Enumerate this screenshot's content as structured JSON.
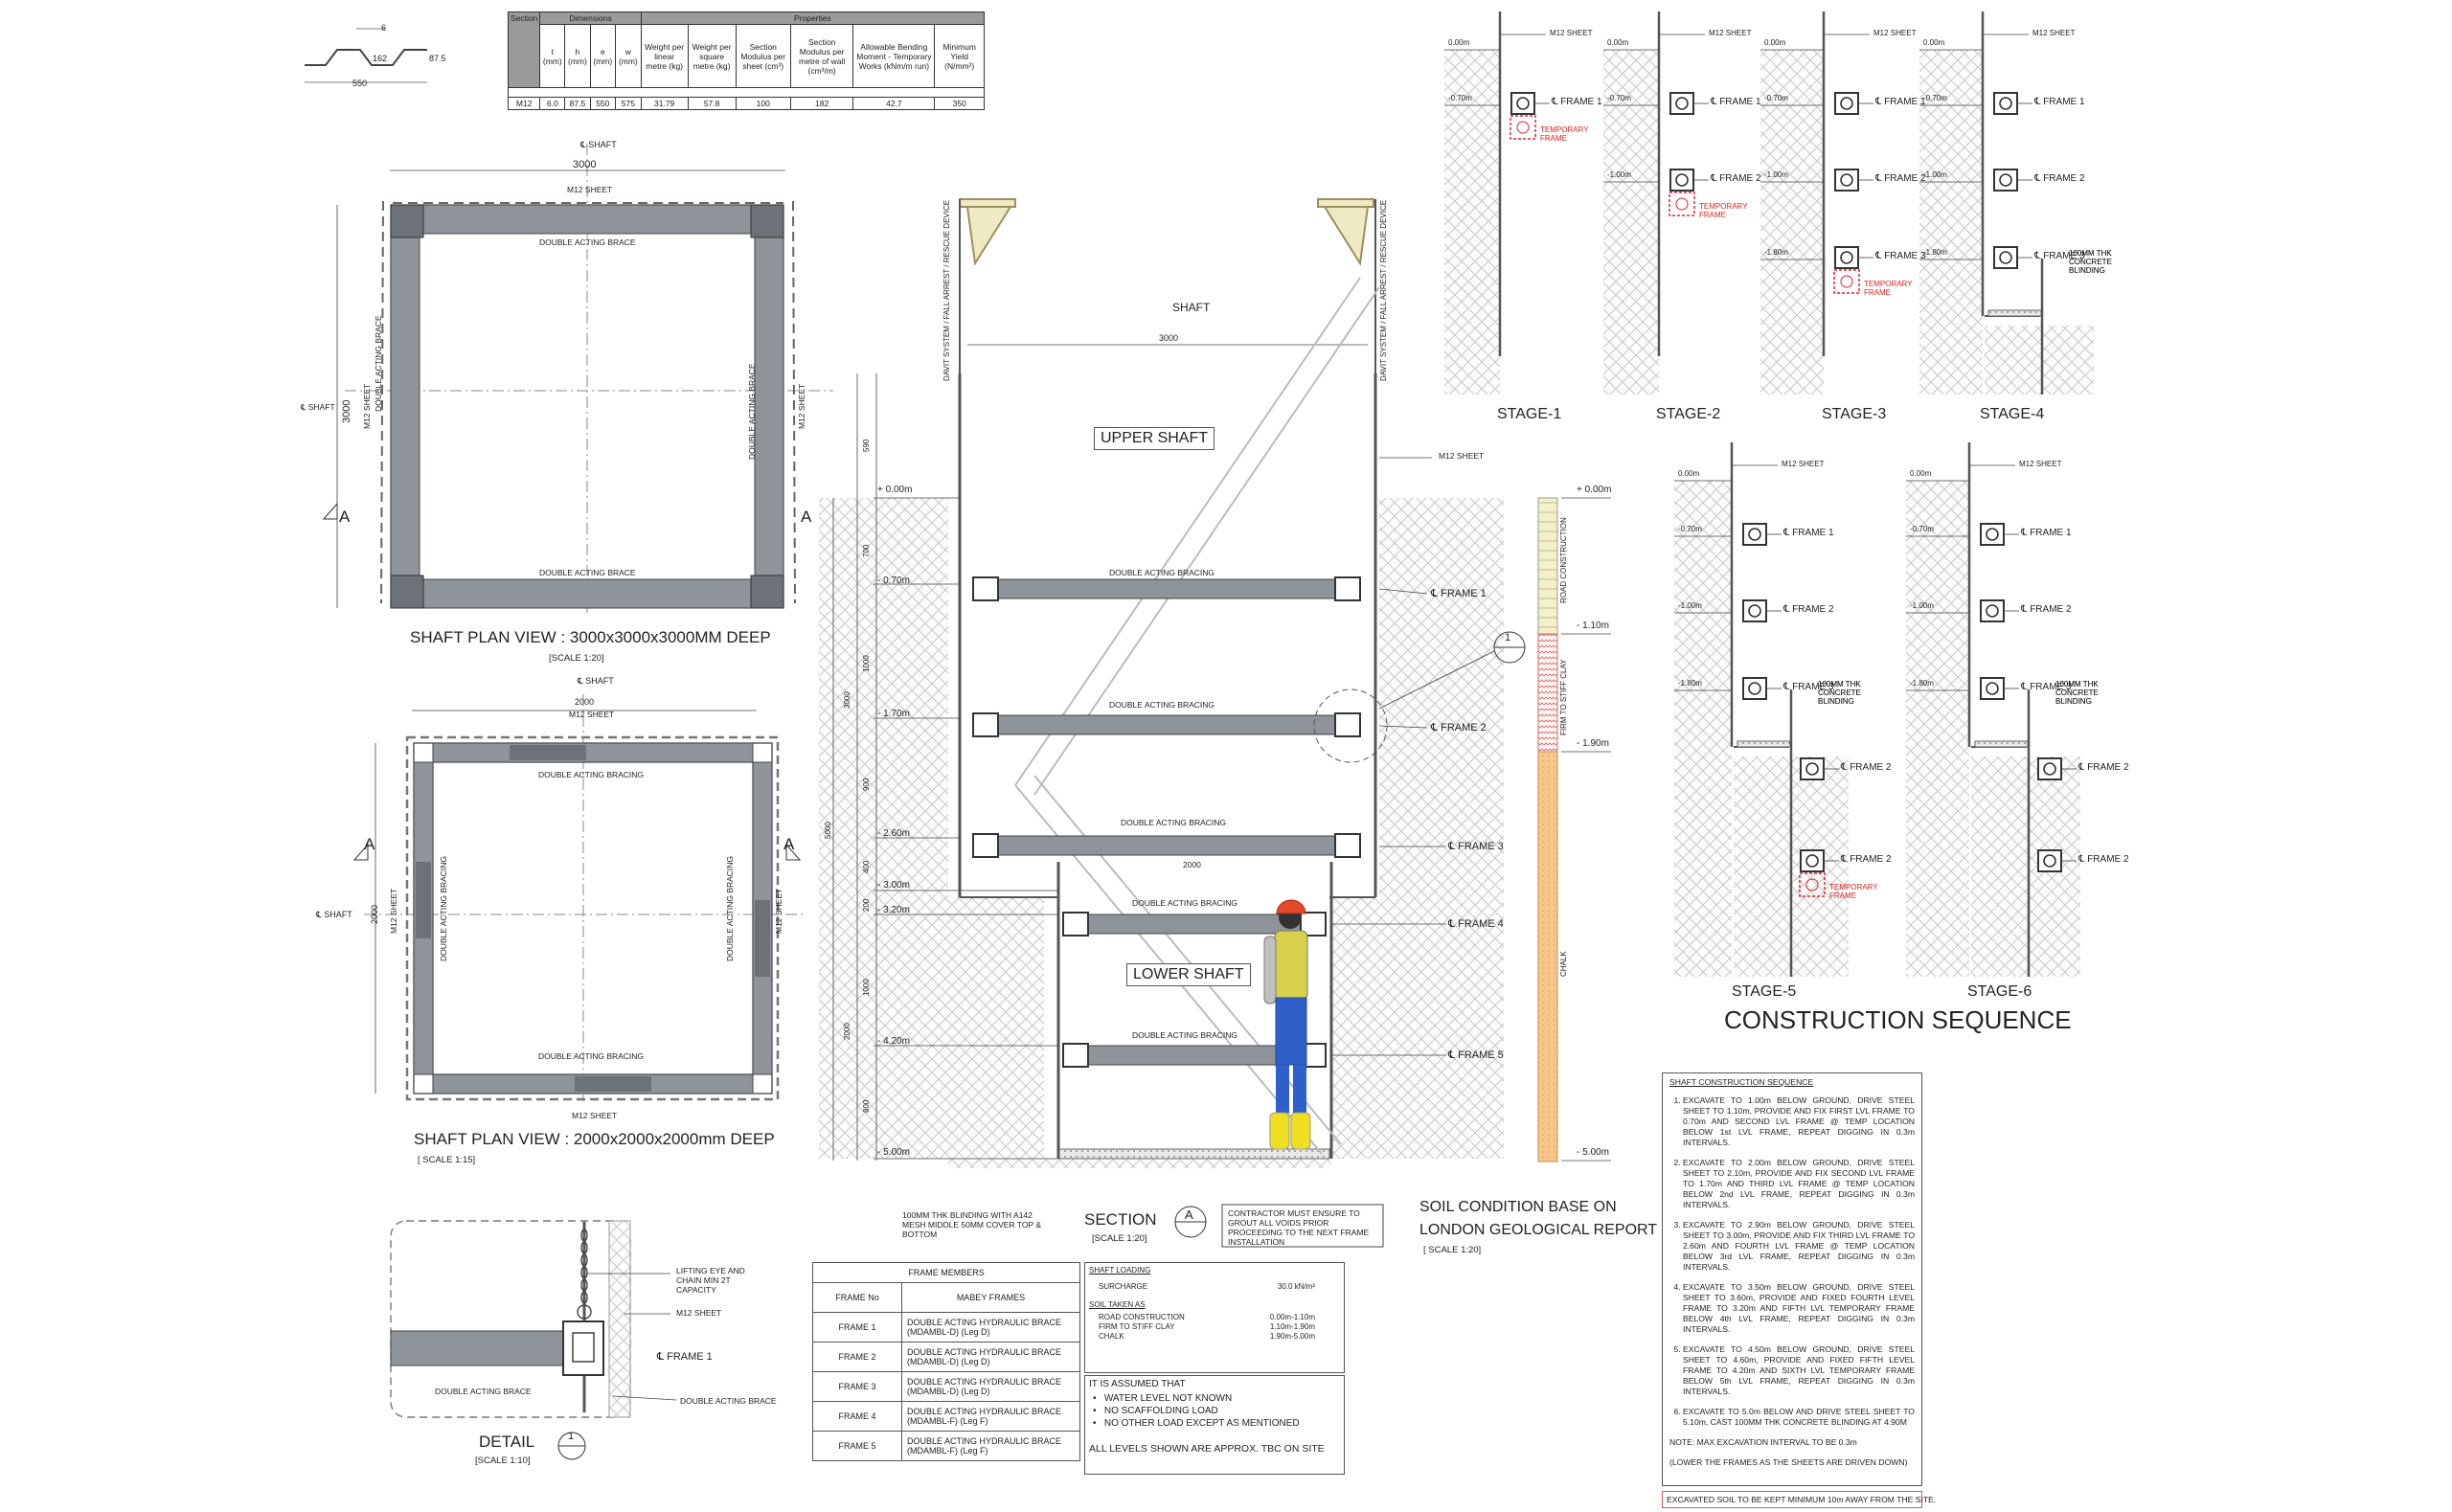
{
  "profile": {
    "dim_top": "6",
    "dim_w": "162",
    "dim_h": "87.5",
    "dim_total": "550"
  },
  "props_table": {
    "h_section": "Section",
    "h_dimensions": "Dimensions",
    "h_properties": "Properties",
    "cols": [
      "t (mm)",
      "h (mm)",
      "e (mm)",
      "w (mm)",
      "Weight per linear metre (kg)",
      "Weight per square metre (kg)",
      "Section Modulus per sheet (cm³)",
      "Section Modulus per metre of wall (cm³/m)",
      "Allowable Bending Moment - Temporary Works (kNm/m run)",
      "Minimum Yield (N/mm²)"
    ],
    "row": [
      "M12",
      "6.0",
      "87.5",
      "550",
      "575",
      "31.79",
      "57.8",
      "100",
      "182",
      "42.7",
      "350"
    ]
  },
  "plan1": {
    "shaft": "SHAFT",
    "width": "3000",
    "height": "3000",
    "top_sheet": "M12 SHEET",
    "brace_top": "DOUBLE ACTING BRACE",
    "brace_bottom": "DOUBLE ACTING BRACE",
    "brace_left": "DOUBLE ACTING BRACE",
    "brace_right": "DOUBLE ACTING BRACE",
    "sheet_left": "M12 SHEET",
    "sheet_right": "M12 SHEET",
    "shaft_left": "SHAFT",
    "a_left": "A",
    "a_right": "A",
    "title": "SHAFT PLAN VIEW : 3000x3000x3000MM DEEP",
    "scale": "[SCALE 1:20]"
  },
  "plan2": {
    "shaft": "SHAFT",
    "width": "2000",
    "height": "2000",
    "top_sheet": "M12 SHEET",
    "brace_top": "DOUBLE ACTING BRACING",
    "brace_bottom": "DOUBLE ACTING BRACING",
    "brace_left": "DOUBLE ACTING BRACING",
    "brace_right": "DOUBLE ACTING BRACING",
    "sheet_left": "M12 SHEET",
    "sheet_right": "M12 SHEET",
    "bottom_sheet": "M12 SHEET",
    "shaft_left": "SHAFT",
    "a_left": "A",
    "a_right": "A",
    "title": "SHAFT PLAN VIEW : 2000x2000x2000mm DEEP",
    "scale": "[ SCALE 1:15]"
  },
  "detail": {
    "lifting": "LIFTING EYE AND CHAIN MIN 2T CAPACITY",
    "sheet": "M12 SHEET",
    "frame": "FRAME 1",
    "brace_left": "DOUBLE ACTING BRACE",
    "brace_right": "DOUBLE ACTING BRACE",
    "title": "DETAIL",
    "num": "1",
    "scale": "[SCALE 1:10]"
  },
  "section": {
    "davit": "DAVIT SYSTEM / FALL ARREST / RESCUE DEVICE",
    "shaft": "SHAFT",
    "width": "3000",
    "upper": "UPPER SHAFT",
    "lower": "LOWER SHAFT",
    "m12": "M12 SHEET",
    "width_lower": "2000",
    "levels": [
      "+ 0.00m",
      "- 0.70m",
      "- 1.70m",
      "- 2.60m",
      "- 3.00m",
      "- 3.20m",
      "- 4.20m",
      "- 5.00m"
    ],
    "frames": [
      "FRAME 1",
      "FRAME 2",
      "FRAME 3",
      "FRAME 4",
      "FRAME 5"
    ],
    "brace_labels": [
      "DOUBLE ACTING BRACING",
      "DOUBLE ACTING BRACING",
      "DOUBLE ACTING BRACING",
      "DOUBLE ACTING BRACING",
      "DOUBLE ACTING BRACING"
    ],
    "dims": [
      "590",
      "700",
      "1000",
      "900",
      "400",
      "200",
      "1000",
      "800",
      "3000",
      "5000",
      "2000"
    ],
    "blinding": "100MM THK BLINDING WITH A142 MESH MIDDLE 50MM COVER TOP & BOTTOM",
    "title": "SECTION",
    "letter": "A",
    "scale": "[SCALE 1:20]",
    "note": "CONTRACTOR MUST ENSURE TO GROUT ALL VOIDS PRIOR PROCEEDING TO THE NEXT FRAME INSTALLATION"
  },
  "soil": {
    "levels": [
      "+ 0.00m",
      "- 1.10m",
      "- 1.90m",
      "- 5.00m"
    ],
    "layers": [
      "ROAD CONSTRUCTION",
      "FIRM TO STIFF CLAY",
      "CHALK"
    ],
    "title_1": "SOIL CONDITION BASE ON",
    "title_2": "LONDON GEOLOGICAL REPORT",
    "scale": "[ SCALE 1:20]"
  },
  "stages": {
    "m12": "M12 SHEET",
    "zero": "0.00m",
    "l1": "-0.70m",
    "l2": "-1.00m",
    "l3": "-1.80m",
    "f1": "FRAME 1",
    "f2": "FRAME 2",
    "f3": "FRAME 3",
    "temp": "TEMPORARY FRAME",
    "blind": "100MM THK CONCRETE BLINDING",
    "names": [
      "STAGE-1",
      "STAGE-2",
      "STAGE-3",
      "STAGE-4",
      "STAGE-5",
      "STAGE-6"
    ],
    "title": "CONSTRUCTION SEQUENCE"
  },
  "frame_members": {
    "title": "FRAME MEMBERS",
    "h1": "FRAME No",
    "h2": "MABEY FRAMES",
    "rows": [
      [
        "FRAME 1",
        "DOUBLE ACTING HYDRAULIC BRACE (MDAMBL-D) (Leg D)"
      ],
      [
        "FRAME 2",
        "DOUBLE ACTING HYDRAULIC BRACE (MDAMBL-D) (Leg D)"
      ],
      [
        "FRAME 3",
        "DOUBLE ACTING HYDRAULIC BRACE (MDAMBL-D) (Leg D)"
      ],
      [
        "FRAME 4",
        "DOUBLE ACTING HYDRAULIC BRACE (MDAMBL-F) (Leg F)"
      ],
      [
        "FRAME 5",
        "DOUBLE ACTING HYDRAULIC BRACE (MDAMBL-F) (Leg F)"
      ]
    ]
  },
  "loading": {
    "title": "SHAFT LOADING",
    "surcharge": "SURCHARGE",
    "surcharge_val": "30.0 kN/m²",
    "soil_title": "SOIL TAKEN AS",
    "soil_rows": [
      [
        "ROAD CONSTRUCTION",
        "0.00m-1.10m"
      ],
      [
        "FIRM TO STIFF CLAY",
        "1.10m-1.90m"
      ],
      [
        "CHALK",
        "1.90m-5.00m"
      ]
    ]
  },
  "assumed": {
    "title": "IT IS ASSUMED THAT",
    "items": [
      "WATER LEVEL NOT KNOWN",
      "NO SCAFFOLDING LOAD",
      "NO OTHER LOAD EXCEPT AS MENTIONED"
    ],
    "footer": "ALL LEVELS SHOWN ARE APPROX. TBC ON SITE"
  },
  "sequence": {
    "title": "SHAFT CONSTRUCTION SEQUENCE",
    "items": [
      "EXCAVATE TO 1.00m BELOW GROUND, DRIVE STEEL SHEET TO 1.10m, PROVIDE AND FIX FIRST LVL FRAME TO 0.70m AND SECOND LVL FRAME @ TEMP LOCATION BELOW 1st LVL FRAME, REPEAT DIGGING IN 0.3m INTERVALS.",
      "EXCAVATE TO 2.00m BELOW GROUND, DRIVE STEEL SHEET TO 2.10m, PROVIDE AND FIX SECOND LVL FRAME TO 1.70m AND THIRD LVL FRAME @ TEMP LOCATION BELOW 2nd LVL FRAME, REPEAT DIGGING IN 0.3m INTERVALS.",
      "EXCAVATE TO 2.90m BELOW GROUND, DRIVE STEEL SHEET TO 3.00m, PROVIDE AND FIX THIRD LVL FRAME TO 2.60m AND FOURTH LVL FRAME @ TEMP LOCATION BELOW 3rd LVL FRAME, REPEAT DIGGING IN 0.3m INTERVALS.",
      "EXCAVATE TO 3.50m BELOW GROUND, DRIVE STEEL SHEET TO 3.60m, PROVIDE AND FIXED FOURTH LEVEL FRAME TO 3.20m AND FIFTH LVL TEMPORARY FRAME BELOW 4th LVL FRAME, REPEAT DIGGING IN 0.3m INTERVALS.",
      "EXCAVATE TO 4.50m BELOW GROUND, DRIVE STEEL SHEET TO 4.60m, PROVIDE AND FIXED FIFTH LEVEL FRAME TO 4.20m AND SIXTH LVL TEMPORARY FRAME BELOW 5th LVL FRAME, REPEAT DIGGING IN 0.3m INTERVALS.",
      "EXCAVATE TO 5.0m BELOW AND DRIVE STEEL SHEET TO 5.10m, CAST 100MM THK CONCRETE BLINDING AT 4.90M"
    ],
    "note": "NOTE:   MAX EXCAVATION INTERVAL TO BE 0.3m",
    "lower": "(LOWER THE FRAMES AS THE SHEETS ARE DRIVEN DOWN)",
    "excavated": "EXCAVATED SOIL TO BE KEPT MINIMUM 10m AWAY FROM THE SITE."
  }
}
